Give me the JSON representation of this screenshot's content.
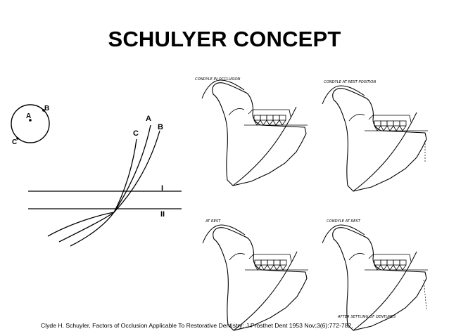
{
  "slide": {
    "title": "SCHULYER CONCEPT",
    "caption": "Clyde H. Schuyler, Factors of Occlusion Applicable To Restorative Dentistry; J Prosthet Dent 1953 Nov;3(6):772-782."
  },
  "circle_figure": {
    "labels": {
      "a": "A",
      "b": "B",
      "c": "C"
    }
  },
  "curve_figure": {
    "curve_labels": {
      "a": "A",
      "b": "B",
      "c": "C"
    },
    "line_labels": {
      "one": "I",
      "two": "II"
    }
  },
  "panels": [
    {
      "label": "CONDYLE IN OCCLUSION"
    },
    {
      "label": "CONDYLE AT REST POSITION"
    },
    {
      "label": "AT REST"
    },
    {
      "label": "CONDYLE AT REST"
    }
  ],
  "bottom_note": "AFTER SETTLING OF DENTURES"
}
